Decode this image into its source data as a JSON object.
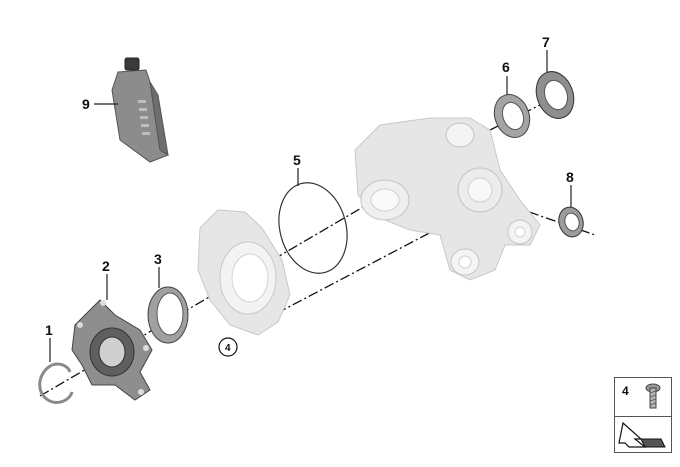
{
  "callouts": {
    "c1": "1",
    "c2": "2",
    "c3": "3",
    "c4_circled": "4",
    "c5": "5",
    "c6": "6",
    "c7": "7",
    "c8": "8",
    "c9": "9"
  },
  "legend": {
    "item_number": "4",
    "top_icon": "screw-icon",
    "bottom_icon": "arrow-symbol-icon"
  },
  "colors": {
    "line": "#111111",
    "part_light": "#e6e6e6",
    "part_dark": "#9c9c9c"
  }
}
